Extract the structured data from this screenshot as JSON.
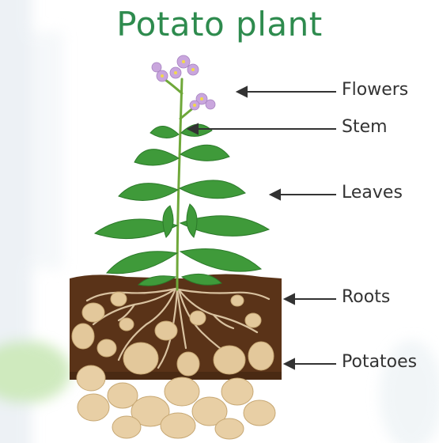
{
  "title": "Potato plant",
  "labels": {
    "flowers": "Flowers",
    "stem": "Stem",
    "leaves": "Leaves",
    "roots": "Roots",
    "potatoes": "Potatoes"
  },
  "colors": {
    "title": "#2e8b4e",
    "soil": "#5a3318",
    "leaf": "#3f9a3a",
    "potato": "#e3c89b",
    "flower": "#c9a6dd"
  }
}
